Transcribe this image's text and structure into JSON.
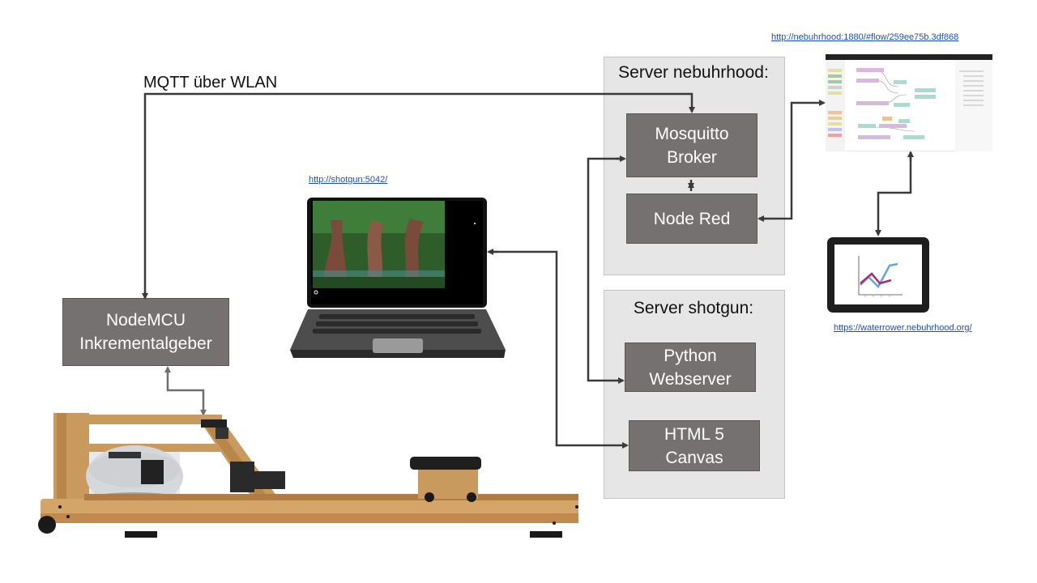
{
  "mqtt_label": "MQTT über WLAN",
  "server_nebuhrhood": {
    "title": "Server nebuhrhood:",
    "mosquitto": {
      "line1": "Mosquitto",
      "line2": "Broker"
    },
    "node_red": "Node Red"
  },
  "server_shotgun": {
    "title": "Server shotgun:",
    "python": {
      "line1": "Python",
      "line2": "Webserver"
    },
    "html5": {
      "line1": "HTML 5",
      "line2": "Canvas"
    }
  },
  "nodemcu": {
    "line1": "NodeMCU",
    "line2": "Inkrementalgeber"
  },
  "links": {
    "node_red_flow": "http://nebuhrhood:1880/#flow/259ee75b.3df868",
    "shotgun": "http://shotgun:5042/",
    "waterrower": "https://waterrower.nebuhrhood.org/"
  },
  "colors": {
    "box_fill": "#767171",
    "server_fill": "#e6e6e6",
    "arrow": "#3a3a3a",
    "link": "#1f4fb5"
  },
  "icons": [
    "laptop-icon",
    "tablet-icon",
    "rowing-machine-icon",
    "node-red-screenshot-icon"
  ]
}
